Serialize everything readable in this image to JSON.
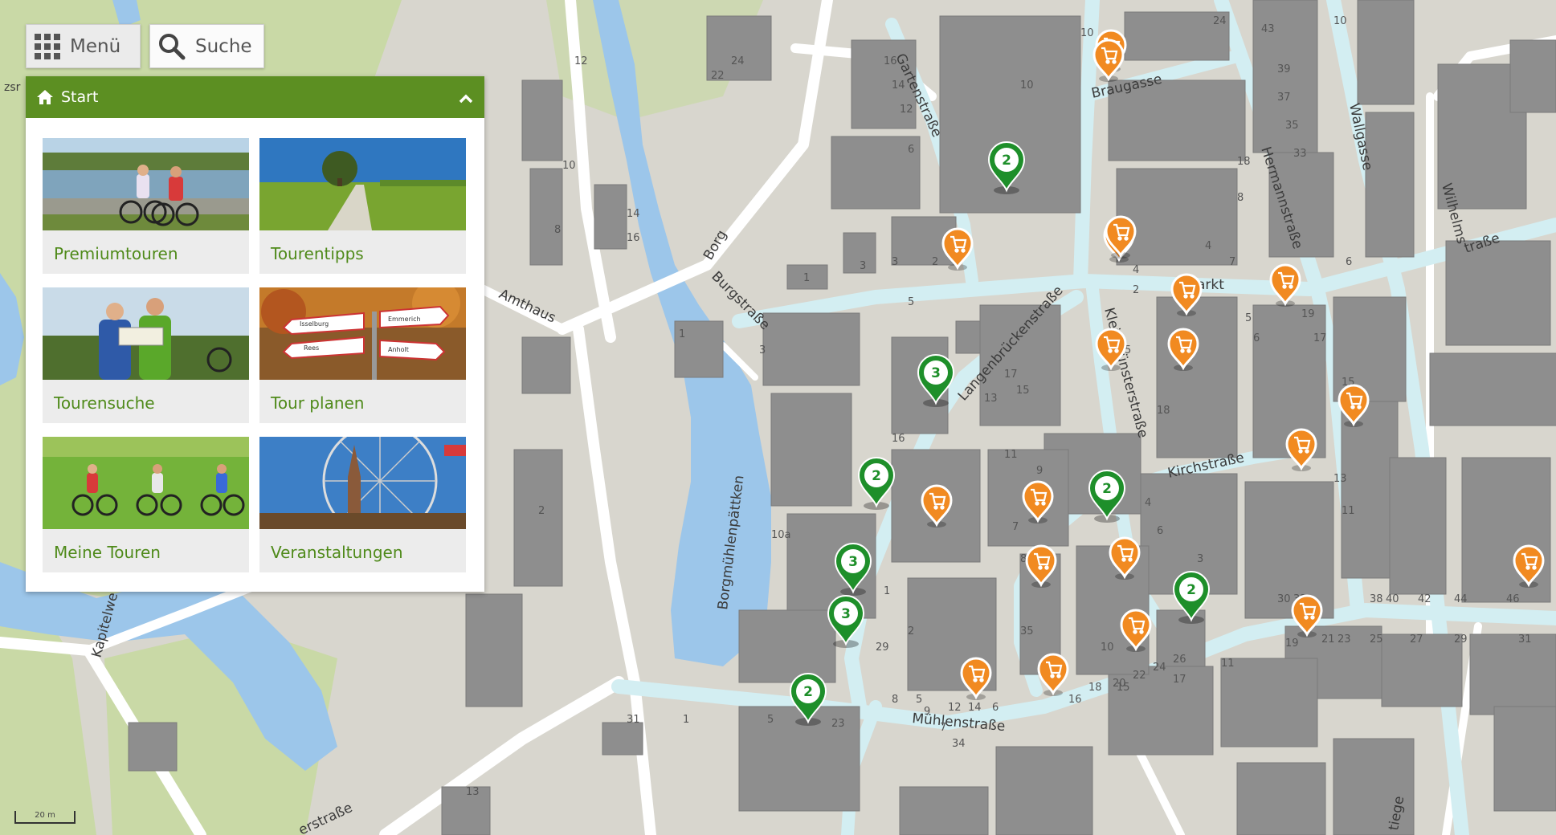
{
  "toolbar": {
    "menu_label": "Menü",
    "search_label": "Suche"
  },
  "panel": {
    "title": "Start",
    "tiles": [
      {
        "label": "Premiumtouren"
      },
      {
        "label": "Tourentipps"
      },
      {
        "label": "Tourensuche"
      },
      {
        "label": "Tour planen"
      },
      {
        "label": "Meine Touren"
      },
      {
        "label": "Veranstaltungen"
      }
    ],
    "sign_texts": {
      "a": "Isselburg",
      "b": "Rees",
      "c": "Anholt",
      "d": "Emmerich"
    }
  },
  "scale": {
    "label": "20 m"
  },
  "streets": {
    "gartenstrasse": "Gartenstraße",
    "braugasse": "Braugasse",
    "hermannstrasse": "Hermannstraße",
    "wallgasse": "Wallgasse",
    "wilhelmstrasse_a": "Wilhelms",
    "wilhelmstrasse_b": "traße",
    "borg": "Borg",
    "burgstrasse": "Burgstraße",
    "amthaus": "Amthaus",
    "markt": "arkt",
    "langenbrueckenstrasse": "Langenbrückenstraße",
    "kleinmuensterstrasse": "Kleinmünsterstraße",
    "kirchstrasse": "Kirchstraße",
    "borgmuehlenpaetken": "Borgmühlenpättken",
    "muehlenstrasse": "Mühlenstraße",
    "kapitelweg": "Kapitelwe",
    "bottom_street": "erstraße",
    "steige": "tiege",
    "zs": "zsr"
  },
  "house_numbers": [
    "24",
    "22",
    "12",
    "10",
    "24",
    "43",
    "39",
    "37",
    "35",
    "33",
    "10",
    "16",
    "14",
    "12",
    "6",
    "3",
    "5",
    "18",
    "8",
    "4",
    "7",
    "5",
    "10",
    "14",
    "16",
    "10",
    "8",
    "6",
    "1",
    "3",
    "2",
    "4",
    "2",
    "19",
    "17",
    "6",
    "15",
    "13",
    "11",
    "16",
    "5",
    "17",
    "13",
    "15",
    "18",
    "11",
    "9",
    "7",
    "8",
    "4",
    "6",
    "10a",
    "2",
    "1",
    "3",
    "30",
    "32",
    "38",
    "40",
    "42",
    "44",
    "46",
    "19",
    "21",
    "23",
    "25",
    "27",
    "29",
    "31",
    "16",
    "18",
    "20",
    "22",
    "24",
    "26",
    "10",
    "12",
    "14",
    "6",
    "8",
    "5",
    "35",
    "1",
    "2",
    "29",
    "31",
    "1",
    "5",
    "23",
    "13",
    "15",
    "17",
    "11",
    "9",
    "7",
    "34",
    "3",
    "9"
  ],
  "markers": {
    "green": [
      {
        "count": "2"
      },
      {
        "count": "3"
      },
      {
        "count": "2"
      },
      {
        "count": "2"
      },
      {
        "count": "3"
      },
      {
        "count": "3"
      },
      {
        "count": "2"
      },
      {
        "count": "2"
      }
    ],
    "orange_count": 20
  },
  "colors": {
    "accent_green": "#5c8f22",
    "marker_green": "#1e8f2a",
    "marker_orange": "#f18a21",
    "water": "#9ec7ea",
    "park": "#cbdcaa",
    "building": "#8f8f8f",
    "main_road": "#d6eff3"
  }
}
